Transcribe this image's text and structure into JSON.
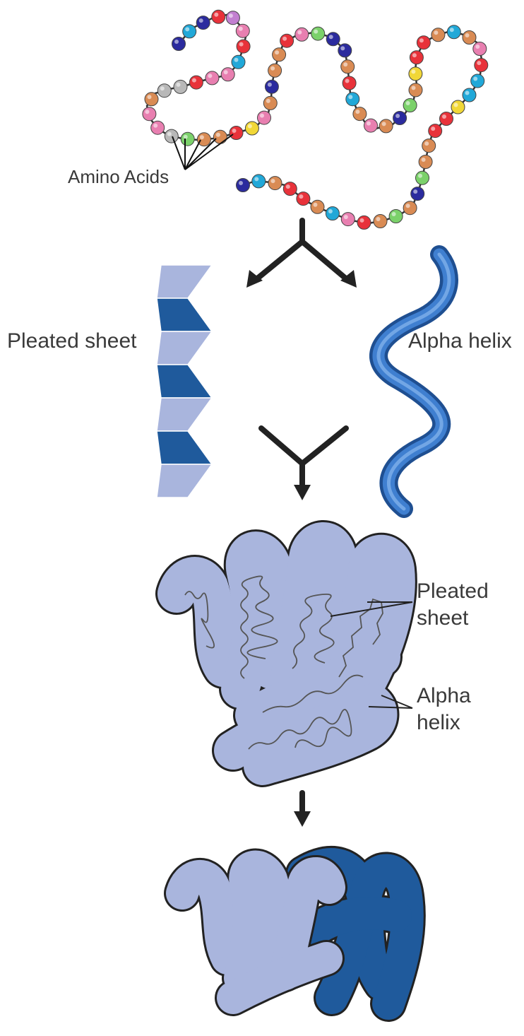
{
  "labels": {
    "amino_acids": "Amino Acids",
    "pleated_sheet_left": "Pleated sheet",
    "alpha_helix_right": "Alpha helix",
    "tertiary_pleated_line1": "Pleated",
    "tertiary_pleated_line2": "sheet",
    "tertiary_alpha_line1": "Alpha",
    "tertiary_alpha_line2": "helix"
  },
  "colors": {
    "bead_palette": [
      "#2b2b9e",
      "#21a8d8",
      "#e8323a",
      "#e87fb0",
      "#c27fd0",
      "#d98b54",
      "#7bd16a",
      "#f1d737",
      "#b8b8b8"
    ],
    "chain_line": "#333333",
    "sheet_light": "#a9b5dd",
    "sheet_dark": "#1f5a9c",
    "helix_blue": "#2f6fbd",
    "tertiary_fill": "#a9b5dd",
    "quaternary_dark": "#1f5a9c",
    "arrow": "#222222"
  },
  "icons": [
    "amino-acid-chain",
    "pleated-sheet-shape",
    "alpha-helix-ribbon",
    "tertiary-structure-blob",
    "quaternary-structure-blob"
  ]
}
